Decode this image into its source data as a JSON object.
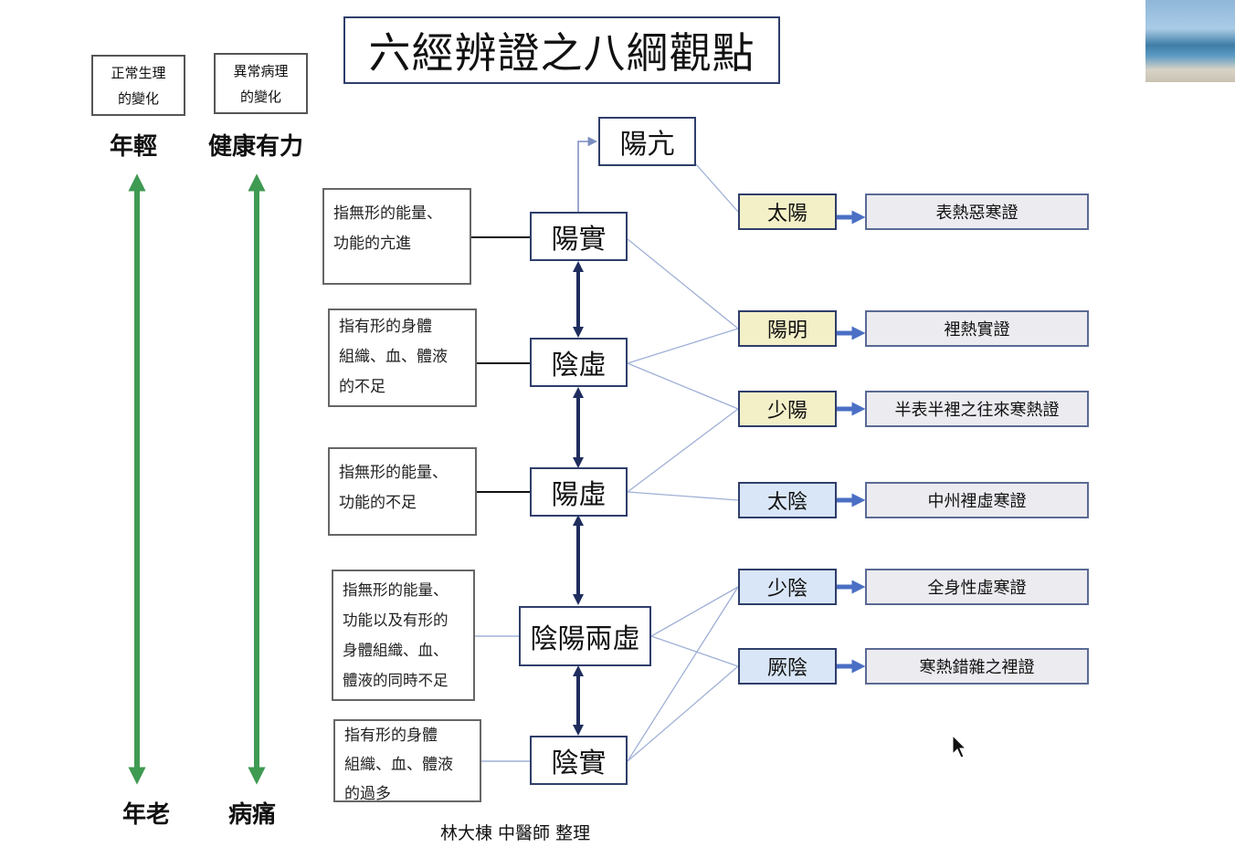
{
  "title": "六經辨證之八綱觀點",
  "legend": [
    {
      "line1": "正常生理",
      "line2": "的變化",
      "top": "年輕",
      "bottom": "年老"
    },
    {
      "line1": "異常病理",
      "line2": "的變化",
      "top": "健康有力",
      "bottom": "病痛"
    }
  ],
  "descriptions": [
    {
      "lines": [
        "指無形的能量、",
        "功能的亢進"
      ]
    },
    {
      "lines": [
        "指有形的身體",
        "組織、血、體液",
        "的不足"
      ]
    },
    {
      "lines": [
        "指無形的能量、",
        "功能的不足"
      ]
    },
    {
      "lines": [
        "指無形的能量、",
        "功能以及有形的",
        "身體組織、血、",
        "體液的同時不足"
      ]
    },
    {
      "lines": [
        "指有形的身體",
        "組織、血、體液",
        "的過多"
      ]
    }
  ],
  "nodes": {
    "yang_kang": "陽亢",
    "yang_shi": "陽實",
    "yin_xu": "陰虛",
    "yang_xu": "陽虛",
    "yinyang_xu": "陰陽兩虛",
    "yin_shi": "陰實"
  },
  "meridians": [
    {
      "name": "太陽",
      "syndrome": "表熱惡寒證",
      "type": "yang"
    },
    {
      "name": "陽明",
      "syndrome": "裡熱實證",
      "type": "yang"
    },
    {
      "name": "少陽",
      "syndrome": "半表半裡之往來寒熱證",
      "type": "yang"
    },
    {
      "name": "太陰",
      "syndrome": "中州裡虛寒證",
      "type": "yin"
    },
    {
      "name": "少陰",
      "syndrome": "全身性虛寒證",
      "type": "yin"
    },
    {
      "name": "厥陰",
      "syndrome": "寒熱錯雜之裡證",
      "type": "yin"
    }
  ],
  "credit": "林大棟  中醫師 整理",
  "colors": {
    "green_arrow": "#3f9a52",
    "navy_arrow": "#1f2d5e",
    "blue_arrow": "#4a6fc4",
    "thin_line": "#9fb0d6",
    "yang_fill": "#f3f0c8",
    "yin_fill": "#d9e6f7"
  }
}
